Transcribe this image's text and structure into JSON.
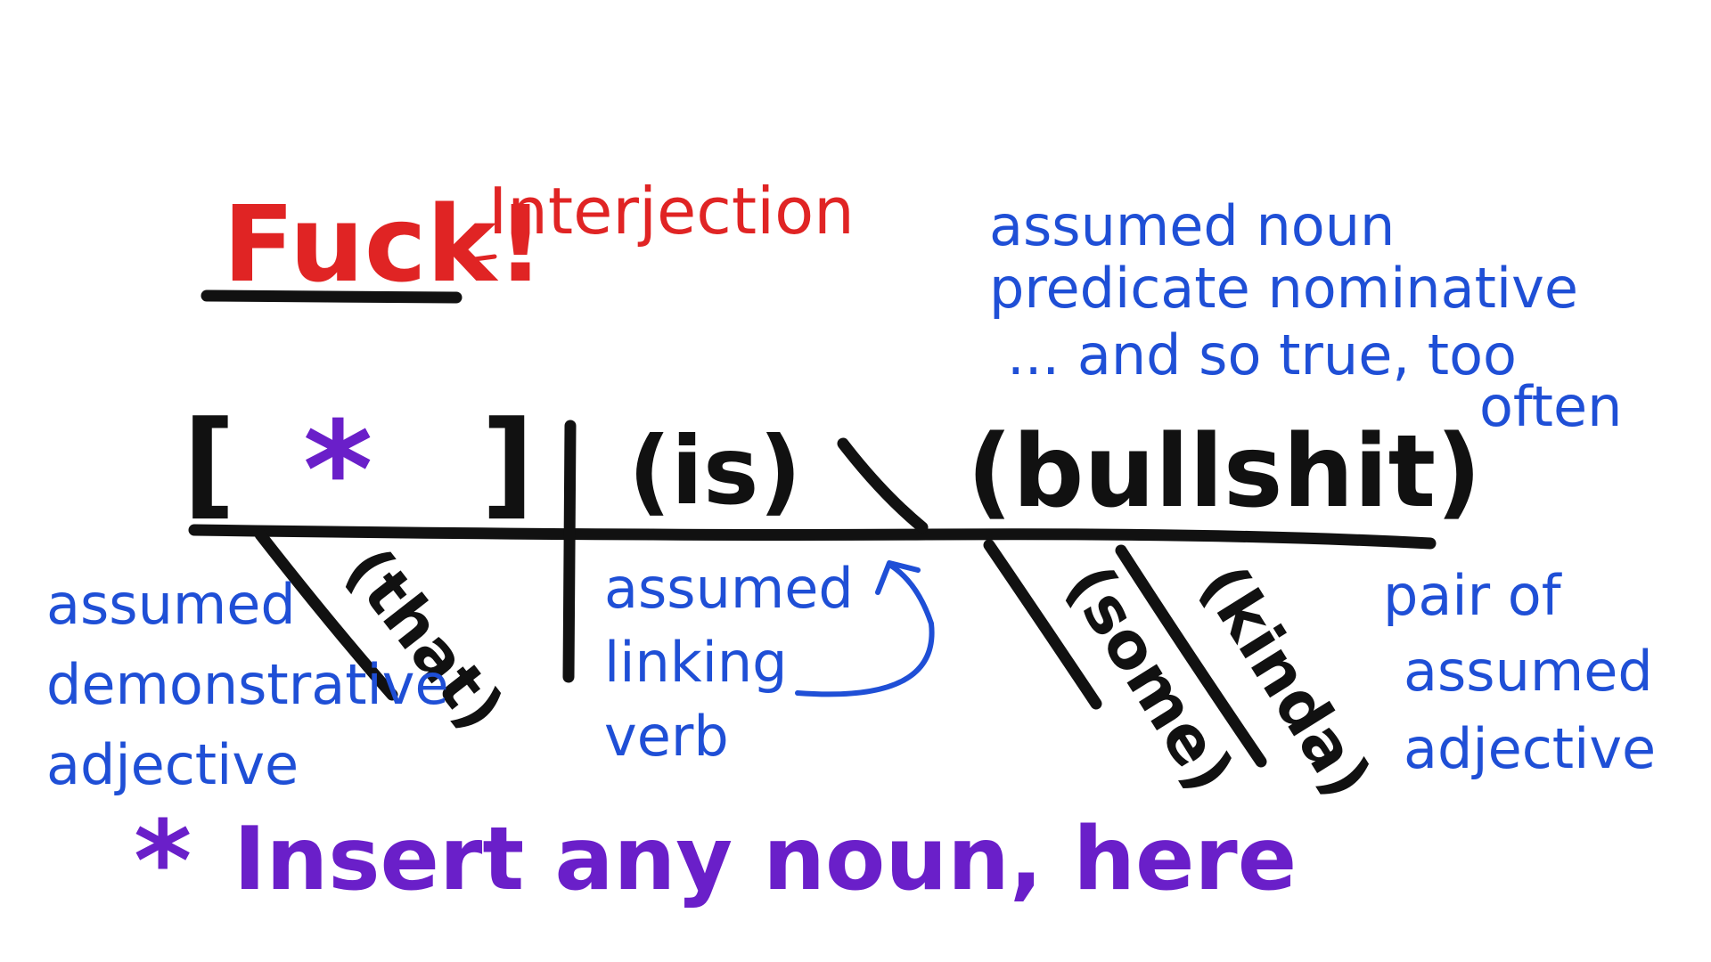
{
  "interjection": {
    "word": "Fuck!",
    "label": "Interjection"
  },
  "subject": {
    "bracket_open": "[",
    "placeholder": "*",
    "bracket_close": "]"
  },
  "verb": "(is)",
  "predicate_nominative": "(bullshit)",
  "modifiers": {
    "subject_modifier": "(that)",
    "predicate_modifier_1": "(some)",
    "predicate_modifier_2": "(kinda)"
  },
  "annotations": {
    "predicate_nominative_note": [
      "assumed noun",
      "predicate nominative",
      "... and so true, too",
      "often"
    ],
    "demonstrative_note": [
      "assumed",
      "demonstrative",
      "adjective"
    ],
    "linking_verb_note": [
      "assumed",
      "linking",
      "verb"
    ],
    "adjective_pair_note": [
      "pair of",
      "assumed",
      "adjective"
    ]
  },
  "footnote": {
    "marker": "*",
    "text": "Insert any noun, here"
  },
  "colors": {
    "ink_black": "#111111",
    "ink_blue": "#1f4fd6",
    "ink_red": "#e02424",
    "ink_purple": "#6a1fc9"
  }
}
